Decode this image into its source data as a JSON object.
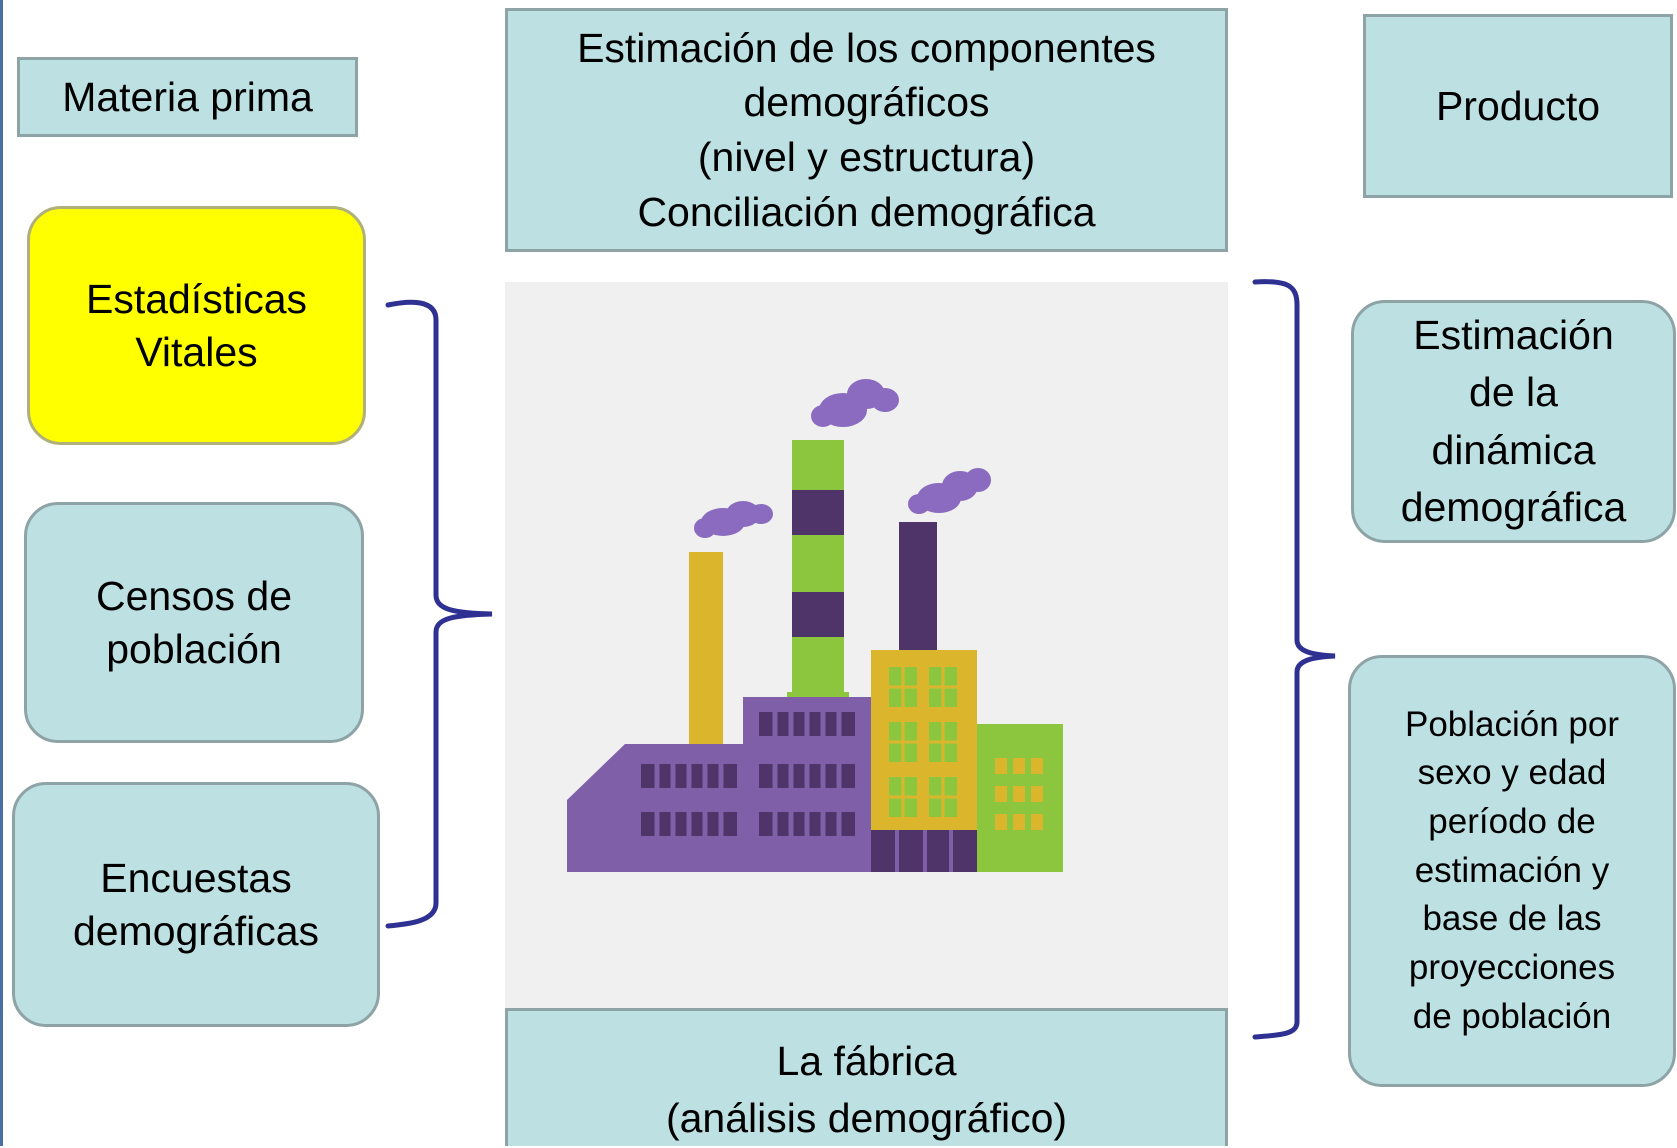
{
  "header": {
    "materia_prima": "Materia prima",
    "proceso": "Estimación de los componentes\ndemográficos\n(nivel y estructura)\nConciliación demográfica",
    "producto": "Producto"
  },
  "inputs": [
    "Estadísticas\nVitales",
    "Censos de\npoblación",
    "Encuestas\ndemográficas"
  ],
  "factory": {
    "label": "La fábrica\n(análisis demográfico)"
  },
  "outputs": [
    "Estimación\nde la\ndinámica\ndemográfica",
    "Población por\nsexo y edad\nperíodo de\nestimación y\nbase de las\nproyecciones\nde población"
  ],
  "colors": {
    "box_fill": "#bde0e3",
    "box_border": "#8ea3a6",
    "highlight_fill": "#ffff00",
    "bracket": "#2e3192",
    "factory_purple": "#7e5fa8",
    "factory_dark_purple": "#4f3469",
    "factory_green": "#8cc63f",
    "factory_yellow": "#dbb52c",
    "smoke": "#8a6bbf"
  }
}
